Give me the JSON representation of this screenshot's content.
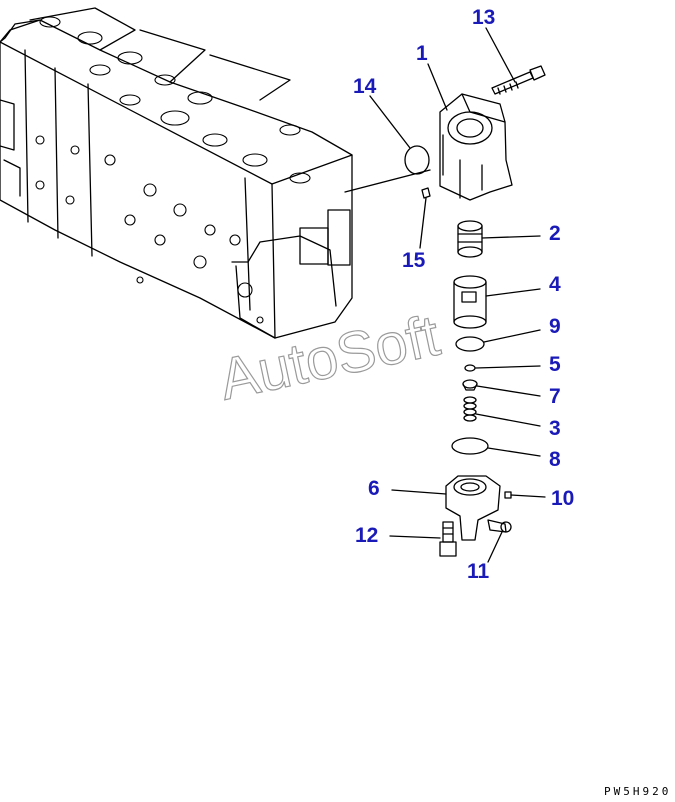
{
  "diagram": {
    "callouts": [
      "1",
      "2",
      "3",
      "4",
      "5",
      "6",
      "7",
      "8",
      "9",
      "10",
      "11",
      "12",
      "13",
      "14",
      "15"
    ],
    "watermark": "AutoSoft",
    "drawing_code": "PW5H920"
  },
  "colors": {
    "callout": "#1a1ab8",
    "line": "#000000",
    "watermark_outline": "#9a9a9a",
    "background": "#ffffff"
  }
}
